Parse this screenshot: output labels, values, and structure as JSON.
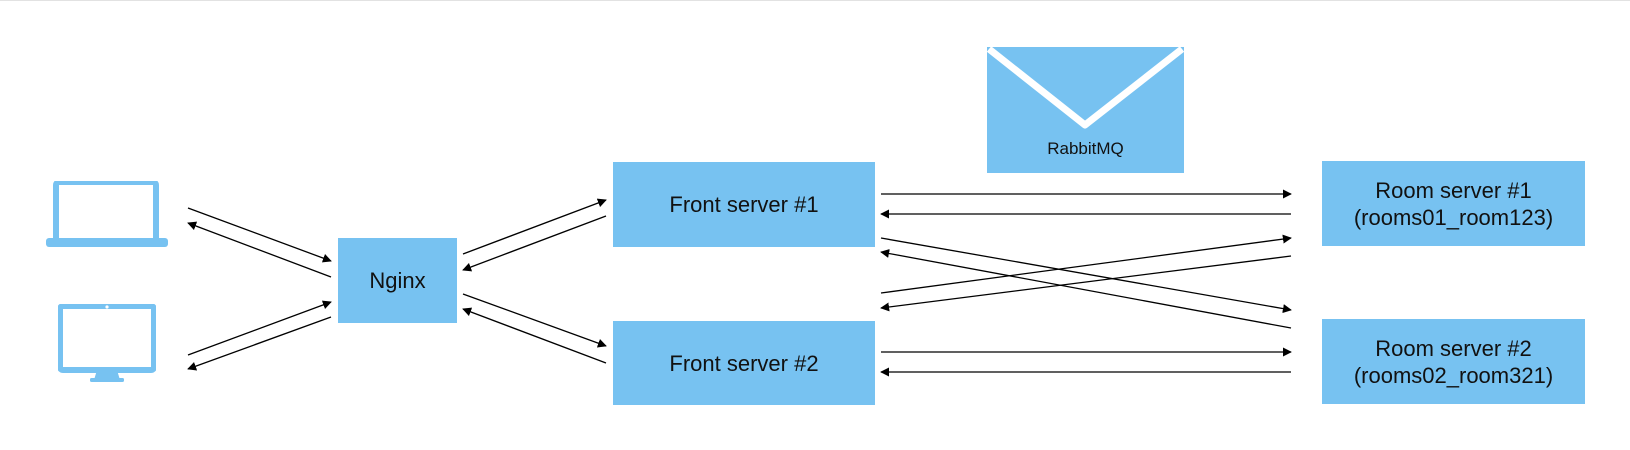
{
  "diagram": {
    "nodes": {
      "nginx": {
        "lines": [
          "Nginx"
        ]
      },
      "front1": {
        "lines": [
          "Front server #1"
        ]
      },
      "front2": {
        "lines": [
          "Front server #2"
        ]
      },
      "room1": {
        "lines": [
          "Room server #1",
          "(rooms01_room123)"
        ]
      },
      "room2": {
        "lines": [
          "Room server #2",
          "(rooms02_room321)"
        ]
      },
      "rabbitmq": {
        "label": "RabbitMQ",
        "icon": "envelope-icon"
      }
    },
    "clients": [
      {
        "icon": "laptop-icon"
      },
      {
        "icon": "desktop-monitor-icon"
      }
    ],
    "edges": [
      {
        "from": "laptop",
        "to": "nginx"
      },
      {
        "from": "nginx",
        "to": "laptop"
      },
      {
        "from": "desktop",
        "to": "nginx"
      },
      {
        "from": "nginx",
        "to": "desktop"
      },
      {
        "from": "nginx",
        "to": "front1"
      },
      {
        "from": "front1",
        "to": "nginx"
      },
      {
        "from": "nginx",
        "to": "front2"
      },
      {
        "from": "front2",
        "to": "nginx"
      },
      {
        "from": "front1",
        "to": "room1"
      },
      {
        "from": "room1",
        "to": "front1"
      },
      {
        "from": "front1",
        "to": "room2"
      },
      {
        "from": "room2",
        "to": "front1"
      },
      {
        "from": "front2",
        "to": "room1"
      },
      {
        "from": "room1",
        "to": "front2"
      },
      {
        "from": "front2",
        "to": "room2"
      },
      {
        "from": "room2",
        "to": "front2"
      }
    ],
    "colors": {
      "node_fill": "#77c2f1",
      "icon_fill": "#77c2f1",
      "arrow": "#000000",
      "text": "#111111"
    }
  }
}
